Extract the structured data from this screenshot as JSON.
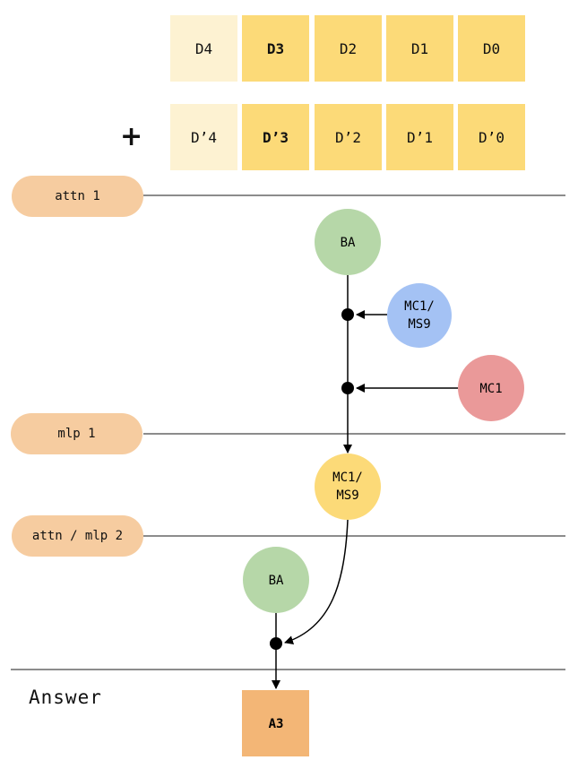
{
  "tokens_row1": [
    "D4",
    "D3",
    "D2",
    "D1",
    "D0"
  ],
  "tokens_row2": [
    "D’4",
    "D’3",
    "D’2",
    "D’1",
    "D’0"
  ],
  "plus_symbol": "+",
  "layers": {
    "attn1": "attn 1",
    "mlp1": "mlp 1",
    "attn_mlp2": "attn / mlp 2"
  },
  "answer_label": "Answer",
  "nodes": {
    "ba_top": "BA",
    "mc1_ms9_blue": [
      "MC1/",
      "MS9"
    ],
    "mc1_red": "MC1",
    "mc1_ms9_yellow": [
      "MC1/",
      "MS9"
    ],
    "ba_bottom": "BA",
    "answer_box": "A3"
  },
  "colors": {
    "token_light": "#fdf2d2",
    "token_mid": "#fcda78",
    "pill": "#f6cca0",
    "green": "#b6d7a8",
    "blue": "#a4c2f4",
    "red": "#ea9999",
    "yellow": "#fcda78",
    "answer": "#f3b676",
    "line": "#666666"
  }
}
